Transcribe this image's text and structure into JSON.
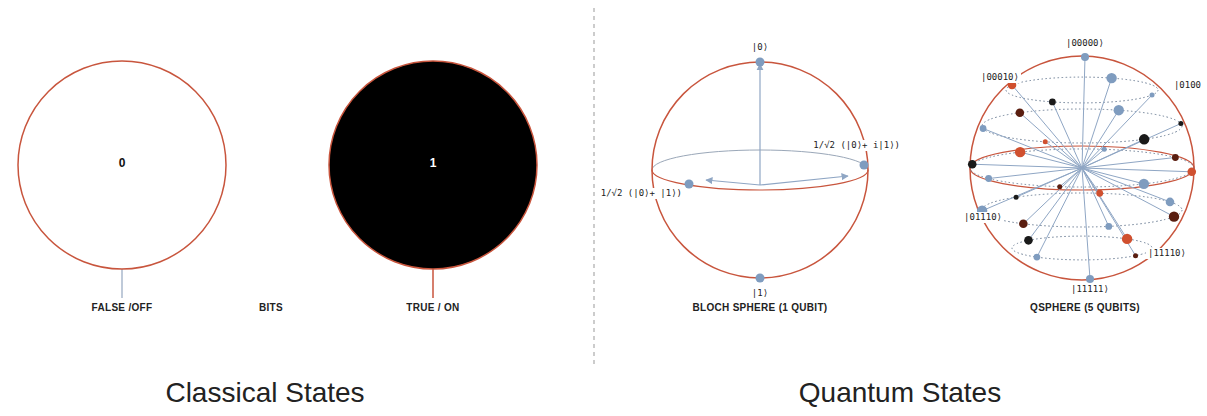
{
  "diagram": {
    "nodes": [
      {
        "text": [
          "0"
        ]
      },
      {
        "text": [
          "1"
        ]
      }
    ],
    "edges": [],
    "labels": [
      "FALSE /OFF",
      "BITS",
      "TRUE / ON",
      "Classical States",
      "|0⟩",
      "1/√2 (|0⟩+ i|1⟩)",
      "1/√2 (|0⟩+ |1⟩)",
      "|1⟩",
      "BLOCH SPHERE (1 QUBIT)",
      "|00000⟩",
      "|00010⟩",
      "|0100",
      "|01110⟩",
      "|11110⟩",
      "|11111⟩",
      "QSPHERE (5 QUBITS)",
      "Quantum States"
    ]
  }
}
